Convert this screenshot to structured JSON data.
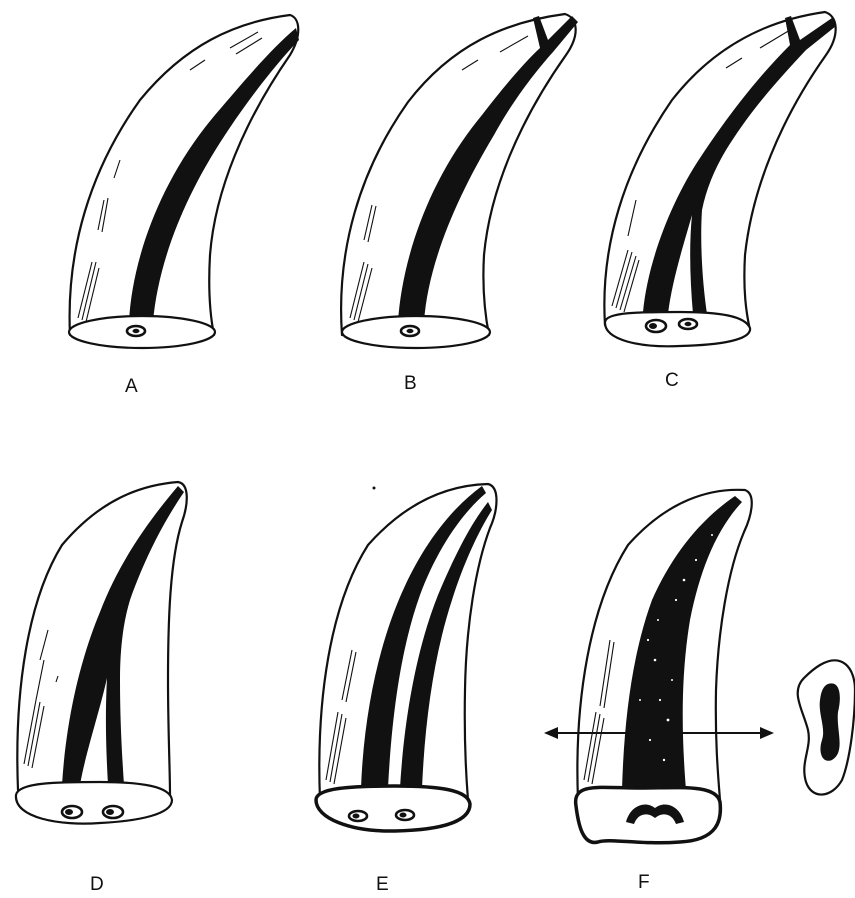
{
  "figure": {
    "panels": [
      {
        "label": "A",
        "canal_type": "single canal, single foramen"
      },
      {
        "label": "B",
        "canal_type": "two canals merging into one"
      },
      {
        "label": "C",
        "canal_type": "one canal dividing into two"
      },
      {
        "label": "D",
        "canal_type": "one canal dividing into two"
      },
      {
        "label": "E",
        "canal_type": "two separate canals"
      },
      {
        "label": "F",
        "canal_type": "C-shaped ribbon canal with cross-section"
      }
    ]
  },
  "colors": {
    "ink": "#111111",
    "paper": "#ffffff"
  }
}
